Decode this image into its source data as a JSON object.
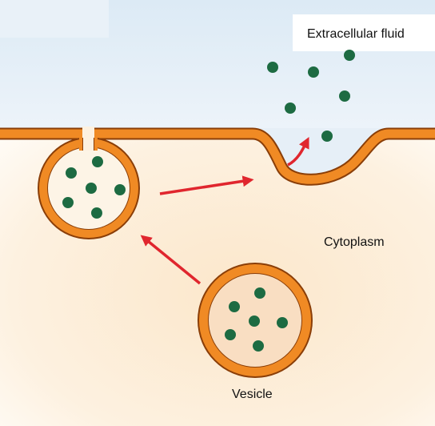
{
  "labels": {
    "extracellular": "Extracellular fluid",
    "cytoplasm": "Cytoplasm",
    "vesicle": "Vesicle"
  },
  "colors": {
    "membrane_fill": "#F08A24",
    "membrane_outline": "#8A3E08",
    "molecule": "#1D6B42",
    "arrow": "#E0262E",
    "extracellular_bg": "#D7E8F4",
    "cytoplasm_bg": "#FCEAD2",
    "vesicle_interior": "#F9DEC2"
  }
}
